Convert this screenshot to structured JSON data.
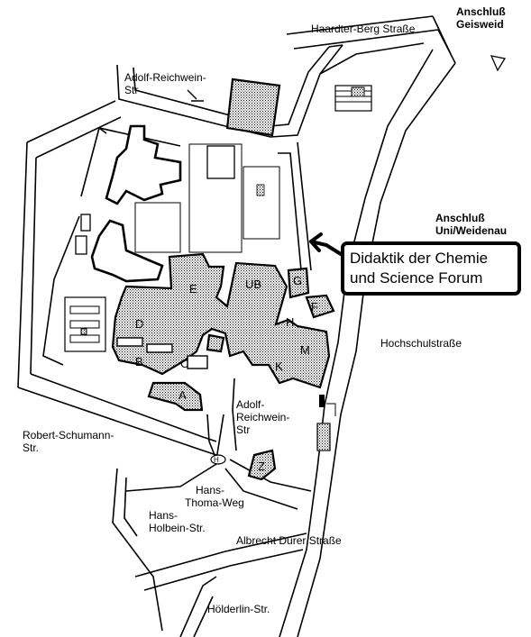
{
  "streets": {
    "haardter_berg": "Haardter-Berg Straße",
    "adolf_reichwein_top_1": "Adolf-Reichwein-",
    "adolf_reichwein_top_2": "Str",
    "hochschulstrasse": "Hochschulstraße",
    "adolf_reichwein_mid_1": "Adolf-",
    "adolf_reichwein_mid_2": "Reichwein-",
    "adolf_reichwein_mid_3": "Str",
    "robert_schumann_1": "Robert-Schumann-",
    "robert_schumann_2": "Str.",
    "hans_thoma_1": "Hans-",
    "hans_thoma_2": "Thoma-Weg",
    "hans_holbein_1": "Hans-",
    "hans_holbein_2": "Holbein-Str.",
    "albrecht_duerer": "Albrecht Dürer Straße",
    "hoelderlin": "Hölderlin-Str."
  },
  "connections": {
    "geisweid_1": "Anschluß",
    "geisweid_2": "Geisweid",
    "weidenau_1": "Anschluß",
    "weidenau_2": "Uni/Weidenau"
  },
  "callout": {
    "line1": "Didaktik der Chemie",
    "line2": "und Science Forum"
  },
  "buildings": {
    "A": "A",
    "B": "B",
    "C": "C",
    "D": "D",
    "E": "E",
    "UB": "UB",
    "G": "G",
    "F": "F",
    "H": "H",
    "M": "M",
    "K": "K",
    "Z": "Z"
  },
  "bus_stop": "H"
}
